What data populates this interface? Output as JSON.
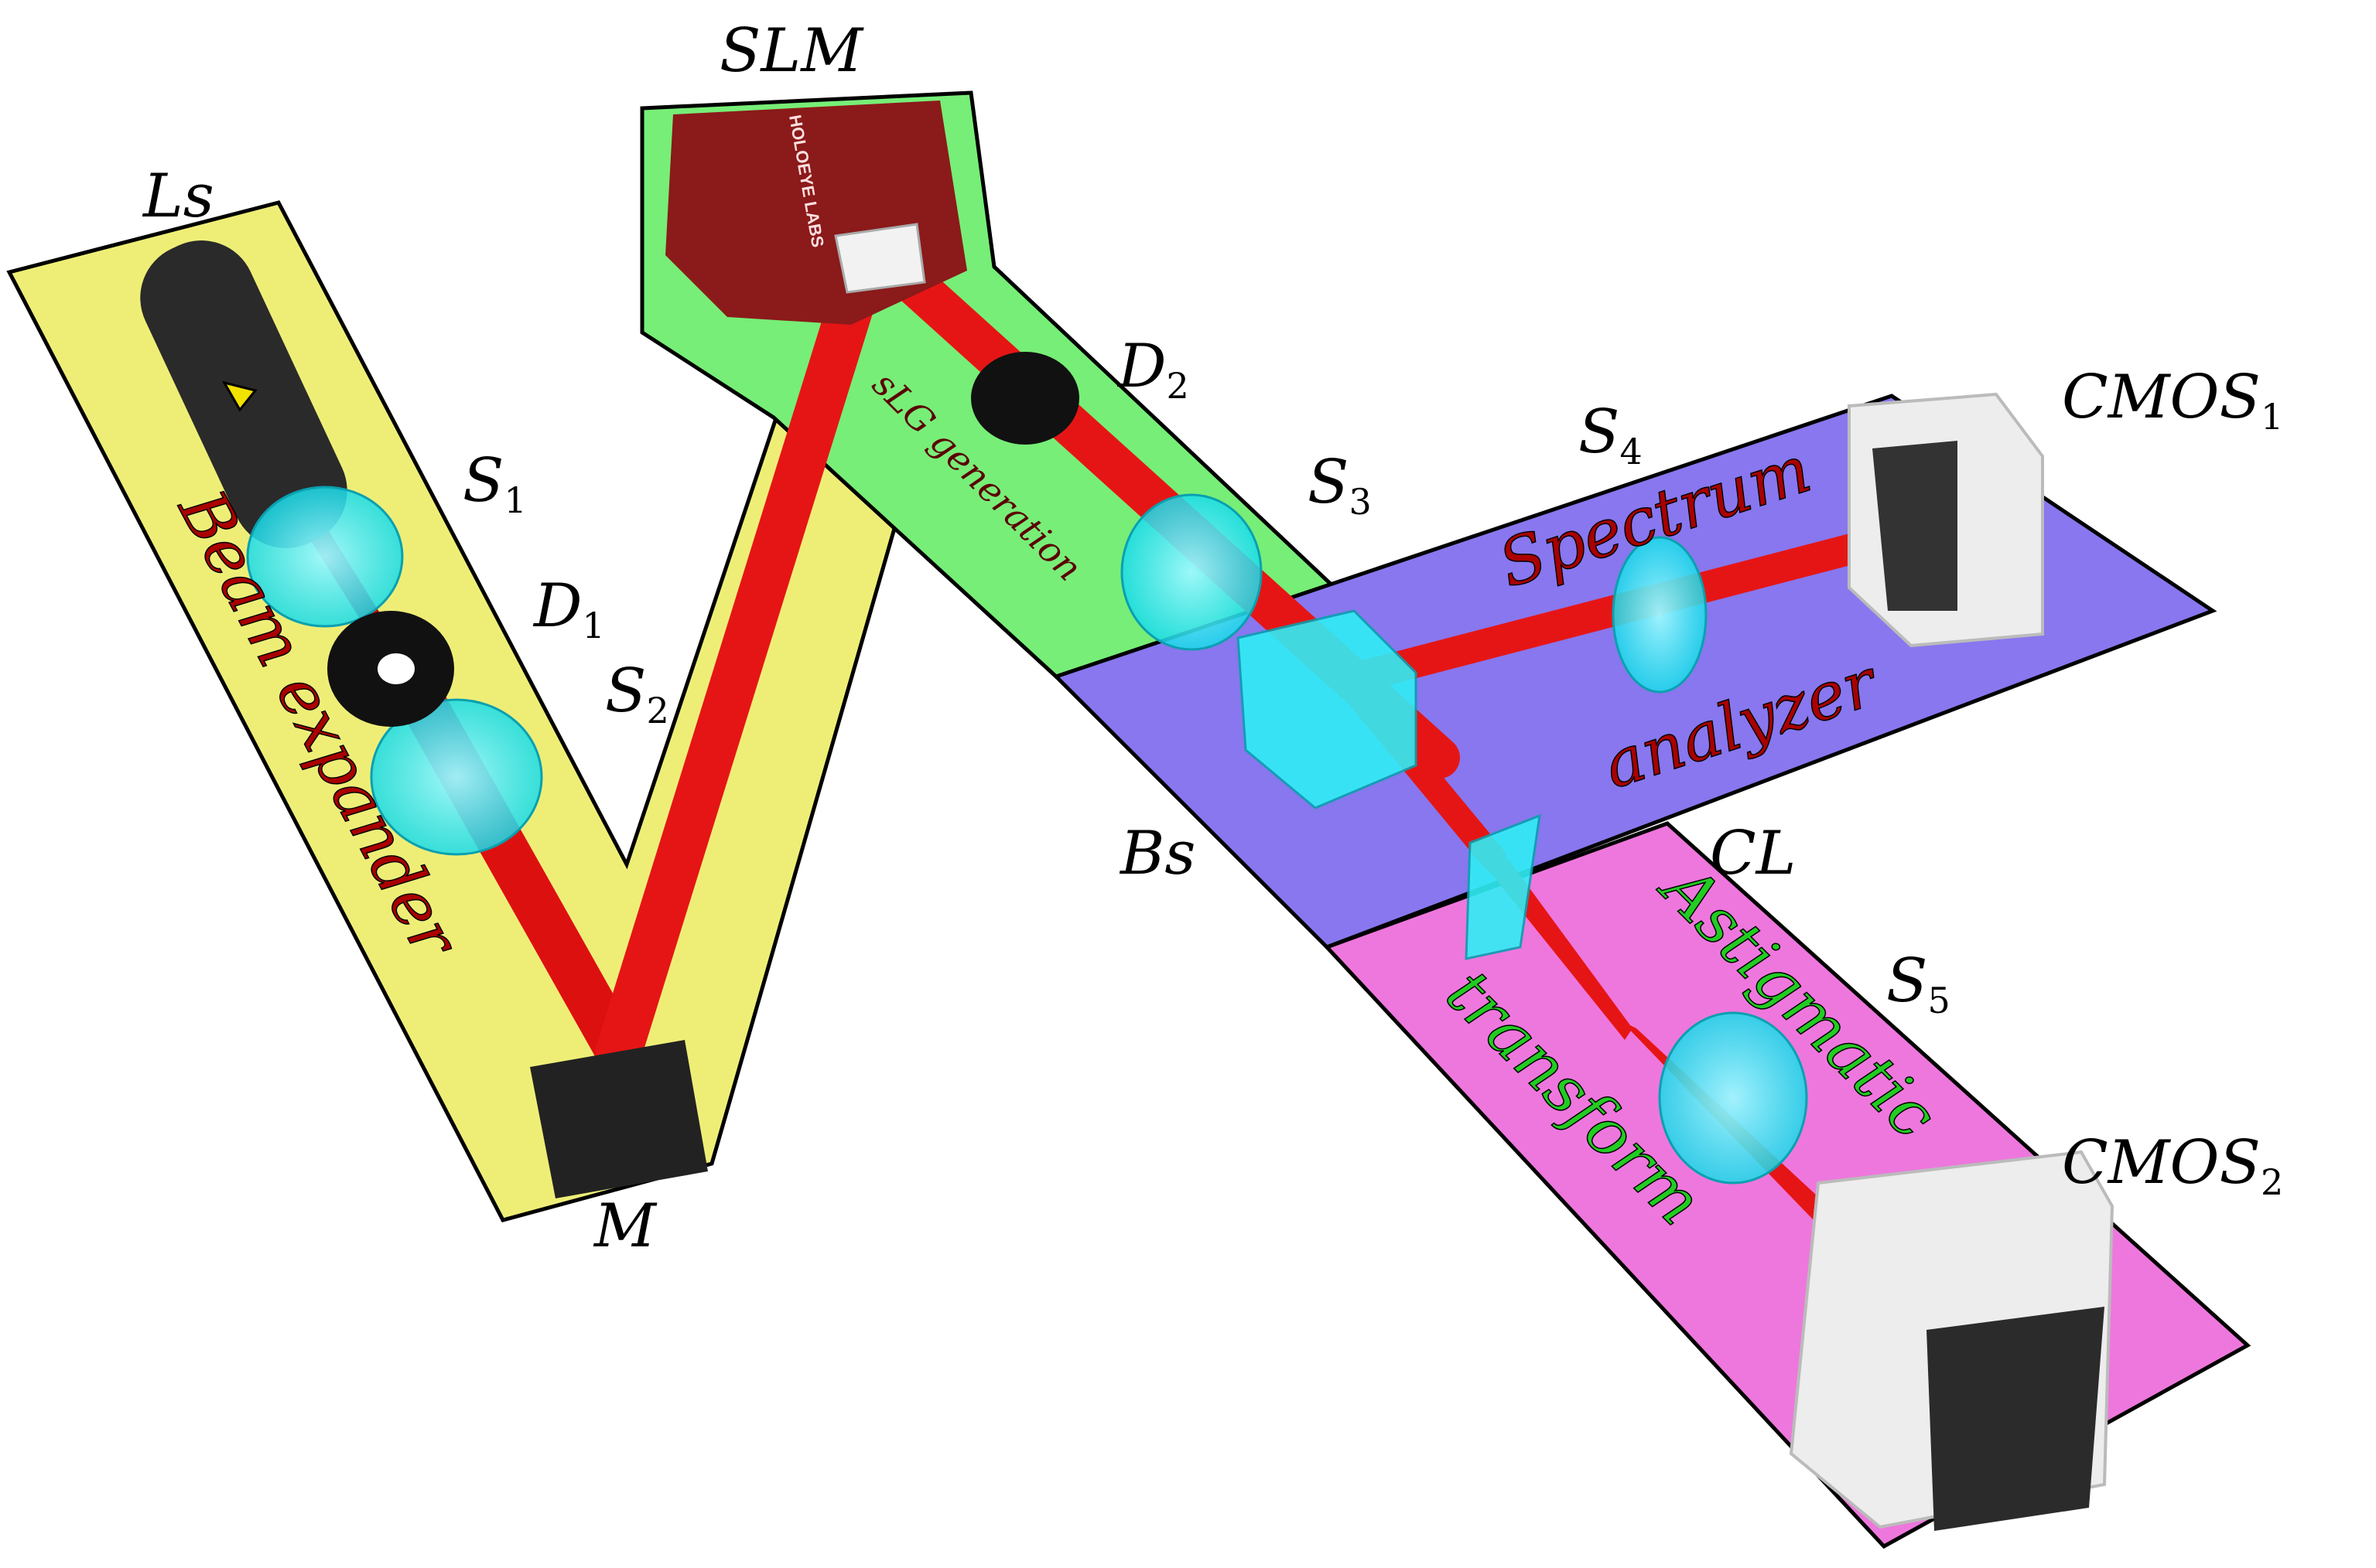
{
  "labels": {
    "ls": "Ls",
    "slm": "SLM",
    "d2_base": "D",
    "d2_sub": "2",
    "d1_base": "D",
    "d1_sub": "1",
    "s1_base": "S",
    "s1_sub": "1",
    "s2_base": "S",
    "s2_sub": "2",
    "s3_base": "S",
    "s3_sub": "3",
    "s4_base": "S",
    "s4_sub": "4",
    "s5_base": "S",
    "s5_sub": "5",
    "cmos1_base": "CMOS",
    "cmos1_sub": "1",
    "cmos2_base": "CMOS",
    "cmos2_sub": "2",
    "bs": "Bs",
    "cl": "CL",
    "m": "M"
  },
  "regions": {
    "beam_expander": "Beam expander",
    "slg_generation": "sLG generation",
    "spectrum": "Spectrum",
    "analyzer": "analyzer",
    "astigmatic": "Astigmatic",
    "transform": "transform"
  },
  "slm_brand": "HOLOEYE LABS",
  "colors": {
    "beam": "#ee1c1c",
    "region_yellow": "#eeee77",
    "region_green": "#77ee77",
    "region_blue": "#8877ee",
    "region_pink": "#ee77dd",
    "lens_cyan": "#22e6f0",
    "slm_body": "#8b1a1a",
    "text_dark_red": "#aa0000",
    "text_green": "#22cc22"
  }
}
